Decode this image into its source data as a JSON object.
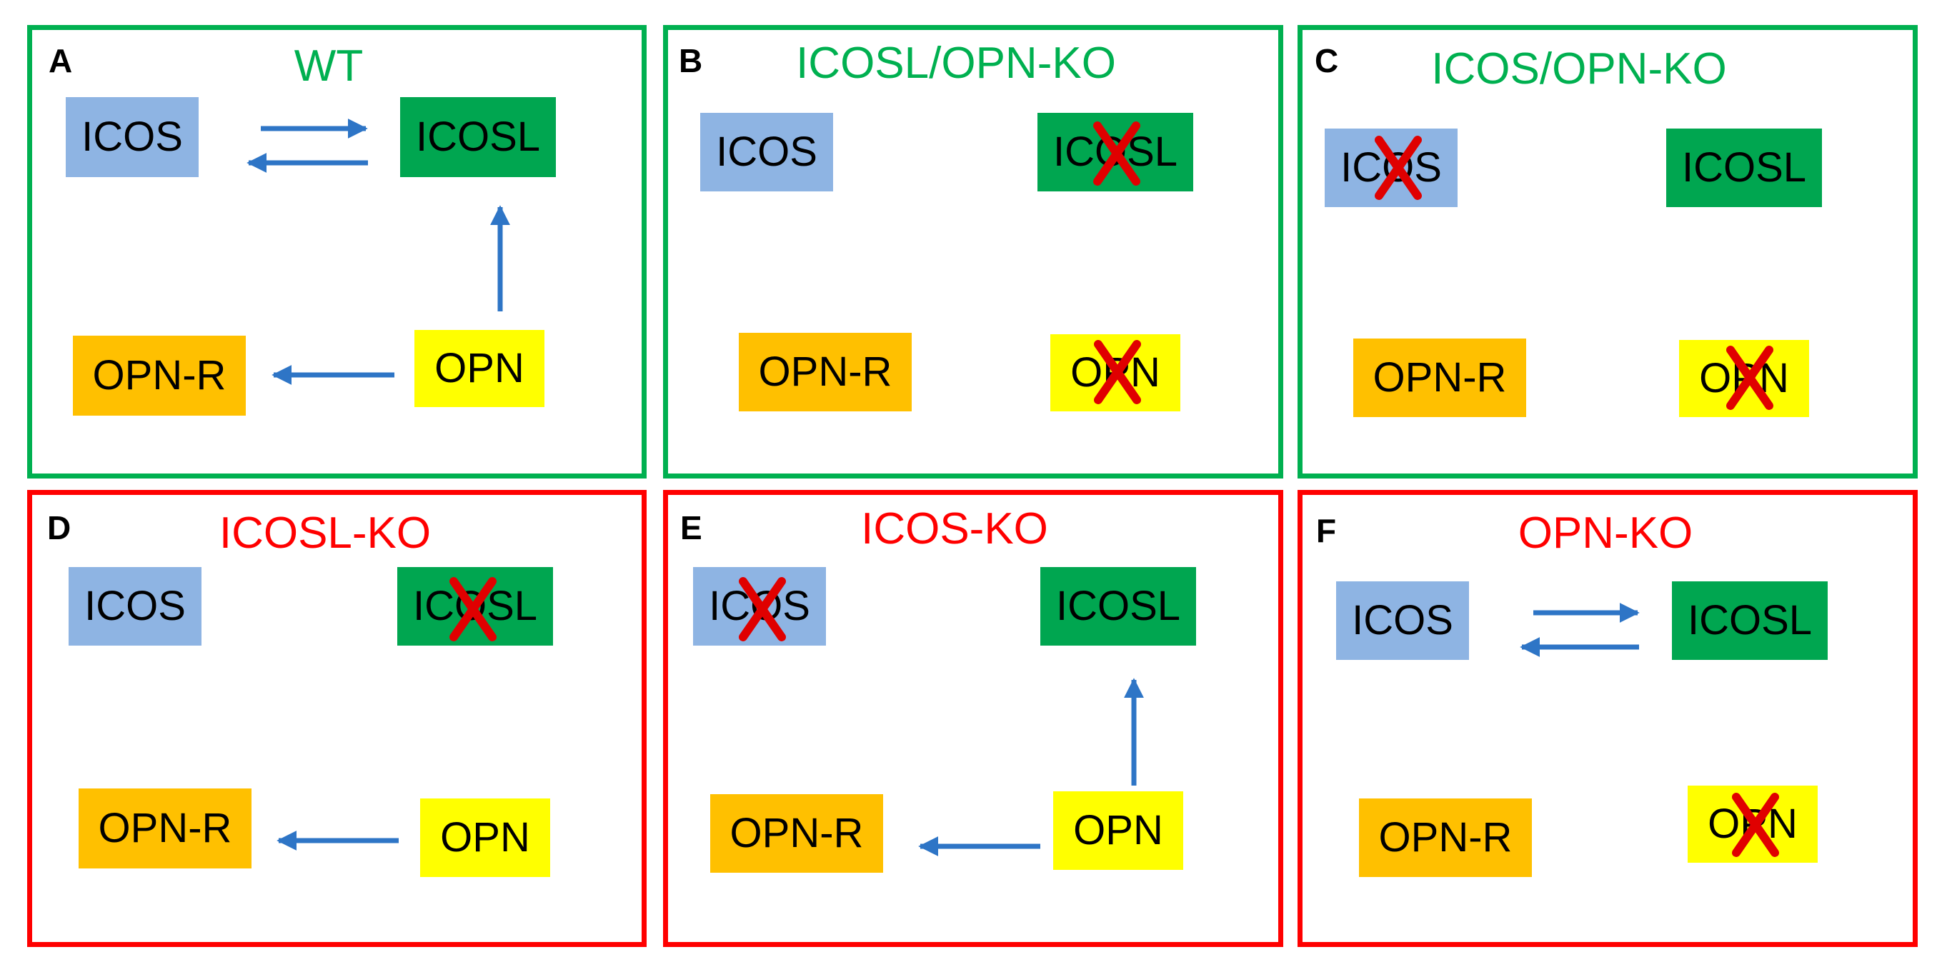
{
  "colors": {
    "panel_border_wt_double_ko": "#00b050",
    "panel_border_single_ko": "#ff0000",
    "icos_box": "#8eb4e3",
    "icosl_box": "#00a650",
    "opnr_box": "#ffc000",
    "opn_box": "#ffff00",
    "arrow": "#2e75c6",
    "knockout_cross": "#ff0000"
  },
  "panels": {
    "a": {
      "letter": "A",
      "title": "WT"
    },
    "b": {
      "letter": "B",
      "title": "ICOSL/OPN-KO"
    },
    "c": {
      "letter": "C",
      "title": "ICOS/OPN-KO"
    },
    "d": {
      "letter": "D",
      "title": "ICOSL-KO"
    },
    "e": {
      "letter": "E",
      "title": "ICOS-KO"
    },
    "f": {
      "letter": "F",
      "title": "OPN-KO"
    }
  },
  "labels": {
    "icos": "ICOS",
    "icosl": "ICOSL",
    "opn_r": "OPN-R",
    "opn": "OPN"
  },
  "knockout_marker": "X",
  "interactions": {
    "a": [
      "ICOS->ICOSL",
      "ICOSL->ICOS",
      "OPN->ICOSL",
      "OPN->OPN-R"
    ],
    "b": [],
    "c": [],
    "d": [
      "OPN->OPN-R"
    ],
    "e": [
      "OPN->ICOSL",
      "OPN->OPN-R"
    ],
    "f": [
      "ICOS->ICOSL",
      "ICOSL->ICOS"
    ]
  },
  "knocked_out": {
    "a": [],
    "b": [
      "ICOSL",
      "OPN"
    ],
    "c": [
      "ICOS",
      "OPN"
    ],
    "d": [
      "ICOSL"
    ],
    "e": [
      "ICOS"
    ],
    "f": [
      "OPN"
    ]
  }
}
